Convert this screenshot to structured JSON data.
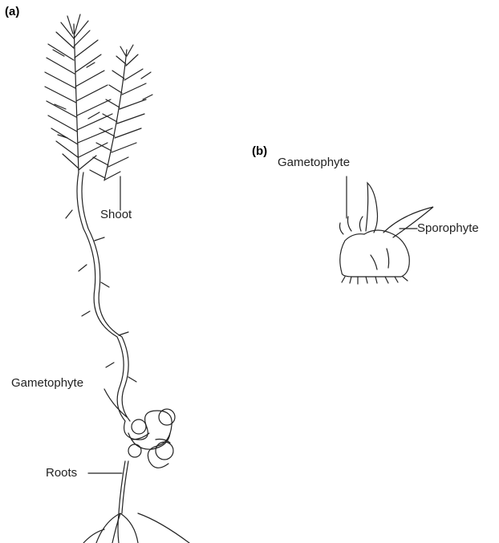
{
  "panels": [
    {
      "label": "(a)",
      "callouts": {
        "shoot": "Shoot",
        "gametophyte": "Gametophyte",
        "roots": "Roots"
      }
    },
    {
      "label": "(b)",
      "callouts": {
        "gametophyte": "Gametophyte",
        "sporophyte": "Sporophyte"
      }
    }
  ]
}
